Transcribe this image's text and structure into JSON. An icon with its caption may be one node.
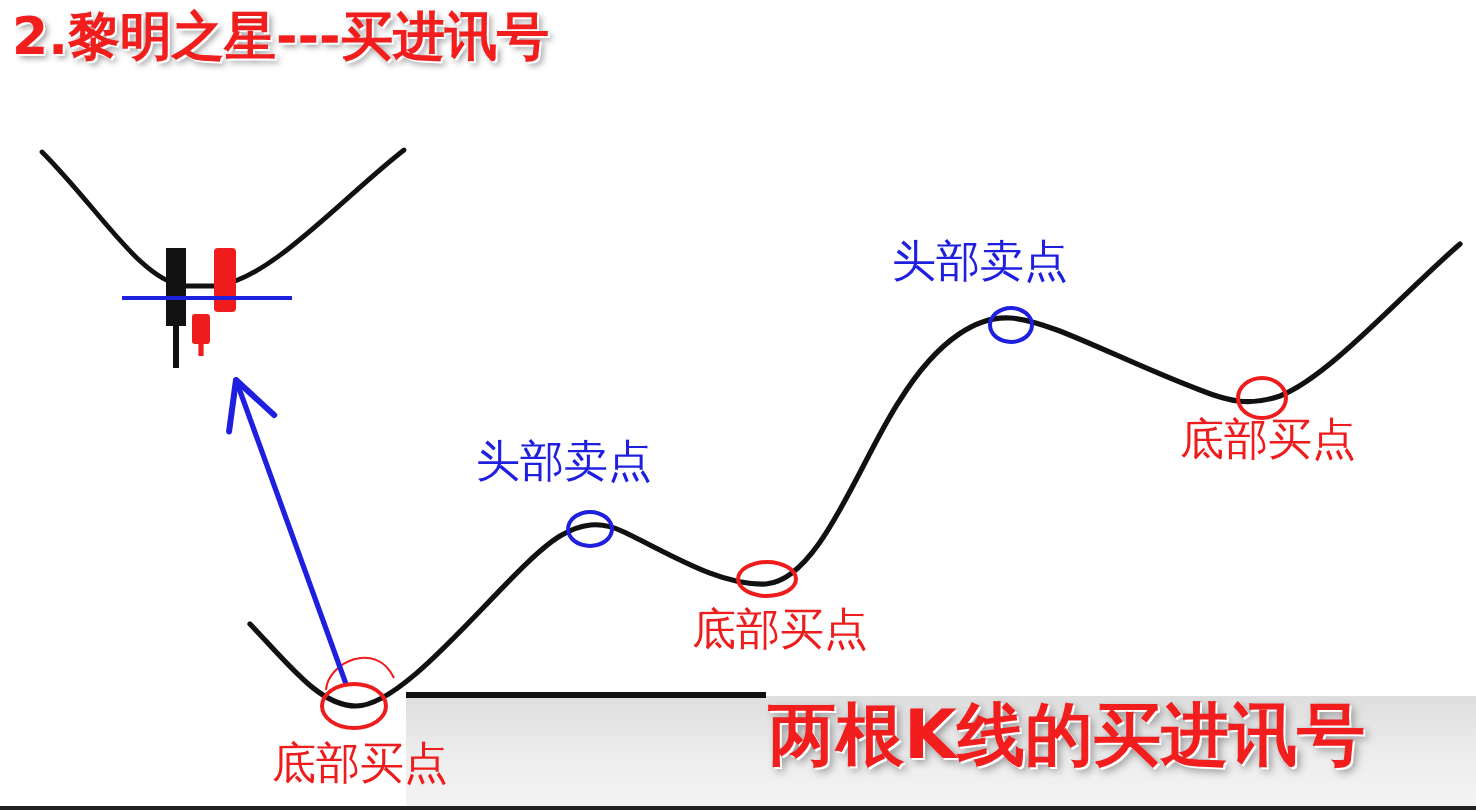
{
  "diagram": {
    "title": "2.黎明之星---买进讯号",
    "caption": "两根K线的买进讯号",
    "nodes": [
      {
        "text": [],
        "shape": "picture"
      },
      {
        "text": [],
        "shape": "circle",
        "beside": [
          "底部买点"
        ]
      },
      {
        "text": [],
        "shape": "circle",
        "beside": [
          "头部卖点"
        ]
      },
      {
        "text": [],
        "shape": "circle",
        "beside": [
          "底部买点"
        ]
      },
      {
        "text": [],
        "shape": "circle",
        "beside": [
          "头部卖点"
        ]
      },
      {
        "text": [],
        "shape": "circle",
        "beside": [
          "底部买点"
        ]
      }
    ],
    "edges": [
      {
        "from": 1,
        "to": 0,
        "arrow": "to"
      }
    ]
  }
}
